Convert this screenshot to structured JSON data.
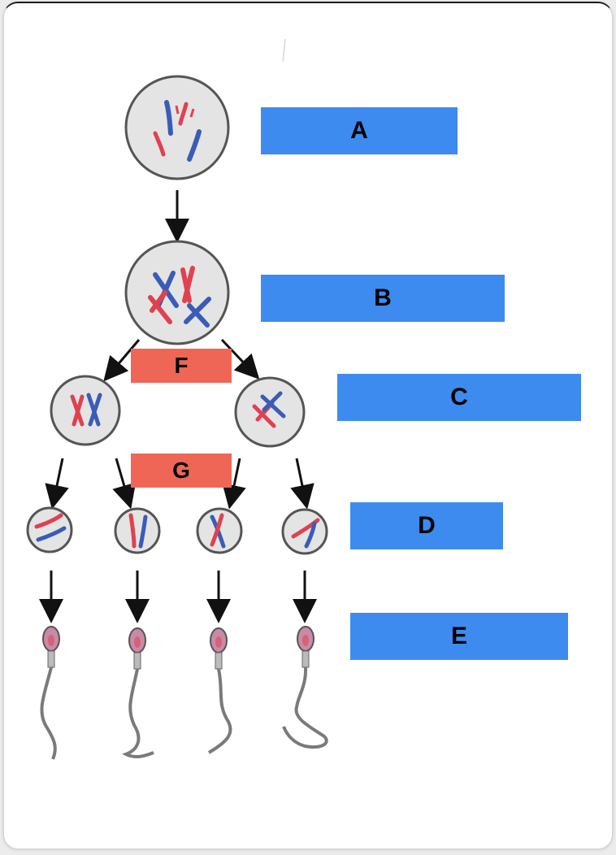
{
  "colors": {
    "label_blue": "#3d8bef",
    "label_red": "#ef6657",
    "chrom_red": "#e0414f",
    "chrom_blue": "#3a5cb8",
    "cell_fill": "#e4e4e4",
    "cell_stroke": "#555555",
    "sperm_head": "#c98aa8",
    "tail": "#7a7a7a"
  },
  "labels": {
    "A": "A",
    "B": "B",
    "C": "C",
    "D": "D",
    "E": "E",
    "F": "F",
    "G": "G"
  }
}
